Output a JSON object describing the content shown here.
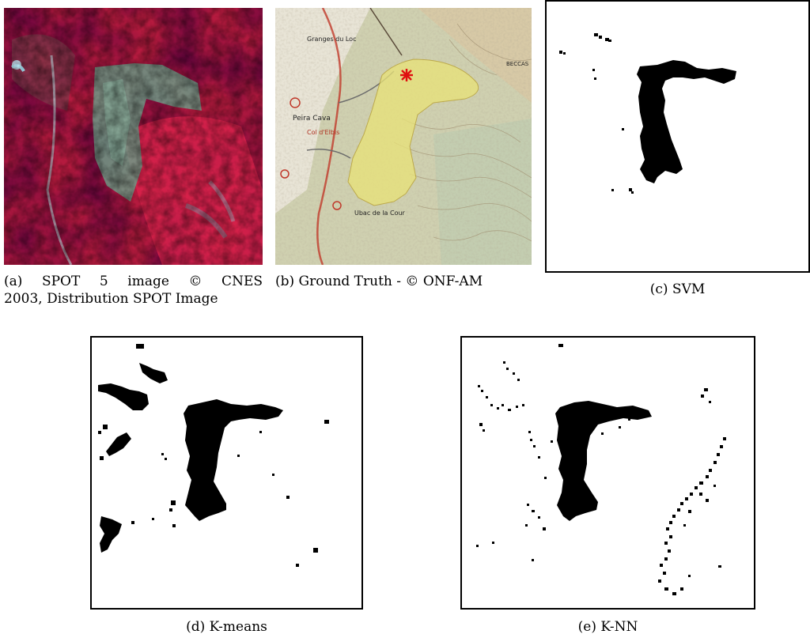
{
  "figure": {
    "panels": [
      {
        "id": "a",
        "caption_line1": "(a)   SPOT 5 image © CNES",
        "caption_line2": "2003, Distribution SPOT Image",
        "kind": "satellite-false-color-image"
      },
      {
        "id": "b",
        "caption": "(b)  Ground Truth - © ONF-AM",
        "kind": "topographic-map-with-burned-area",
        "map_labels": [
          "Granges du Loc",
          "Peira Cava",
          "Col d'Elbis",
          "Ubac de la Cour",
          "BECCAS"
        ]
      },
      {
        "id": "c",
        "caption": "(c)  SVM",
        "kind": "binary-classification-map"
      },
      {
        "id": "d",
        "caption": "(d)  K-means",
        "kind": "binary-classification-map"
      },
      {
        "id": "e",
        "caption": "(e)  K-NN",
        "kind": "binary-classification-map"
      }
    ],
    "colors": {
      "burned_area_overlay": "#e8e27a",
      "vegetation_red": "#c81e45",
      "burn_scar": "#6f9a86",
      "marker": "#e01010"
    }
  }
}
